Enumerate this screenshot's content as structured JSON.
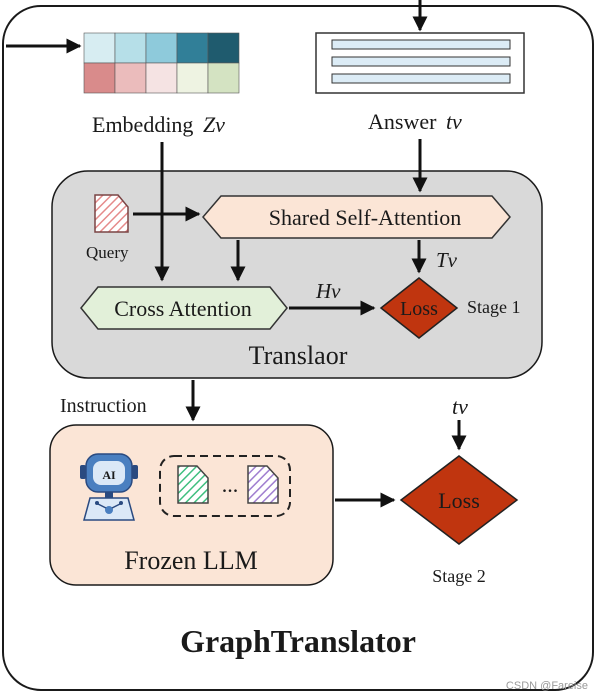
{
  "diagram": {
    "embedding_label": "Embedding",
    "embedding_symbol": "Zv",
    "answer_label": "Answer",
    "answer_symbol": "tv",
    "query_label": "Query",
    "shared_self_attention": "Shared Self-Attention",
    "tv_upper": "Tv",
    "hv_label": "Hv",
    "cross_attention": "Cross Attention",
    "loss_stage1": "Loss",
    "stage1": "Stage 1",
    "translator": "Translaor",
    "instruction": "Instruction",
    "tv_lower": "tv",
    "ellipsis": "...",
    "frozen_llm": "Frozen LLM",
    "loss_stage2": "Loss",
    "stage2": "Stage 2",
    "title": "GraphTranslator",
    "watermark": "CSDN @Fareise",
    "robot_badge": "AI"
  },
  "colors": {
    "translator_fill": "#d9d9d9",
    "llm_fill": "#fbe5d6",
    "self_attention_fill": "#fbe5d6",
    "cross_attention_fill": "#e2f0d9",
    "loss_fill": "#c0350f",
    "embedding_top": [
      "#d7edf2",
      "#b6dfe8",
      "#8ecadb",
      "#317f98",
      "#1f5b6e"
    ],
    "embedding_bottom": [
      "#d98b8b",
      "#ebbcbc",
      "#f5e3e3",
      "#eef3e2",
      "#d4e3c2"
    ]
  }
}
